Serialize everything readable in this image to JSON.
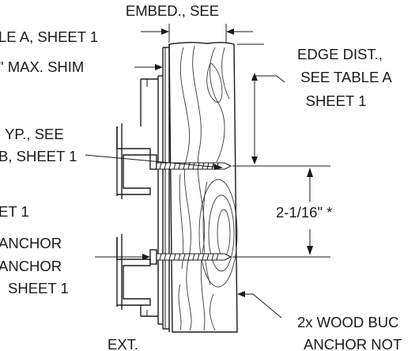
{
  "labels": {
    "embed_line1": "EMBED., SEE",
    "embed_line2": "LE A, SHEET 1",
    "shim": "\" MAX. SHIM",
    "edge_line1": "EDGE DIST.,",
    "edge_line2": "SEE TABLE A",
    "edge_line3": "SHEET 1",
    "typ_line1": "YP., SEE",
    "typ_line2": "B, SHEET 1",
    "et1": "ET 1",
    "dim": "2-1/16\" *",
    "anchor1": "ANCHOR",
    "anchor2": "ANCHOR",
    "sheet1": "SHEET 1",
    "wood_line1": "2x WOOD BUC",
    "wood_line2": "ANCHOR NOT",
    "ext": "EXT."
  }
}
